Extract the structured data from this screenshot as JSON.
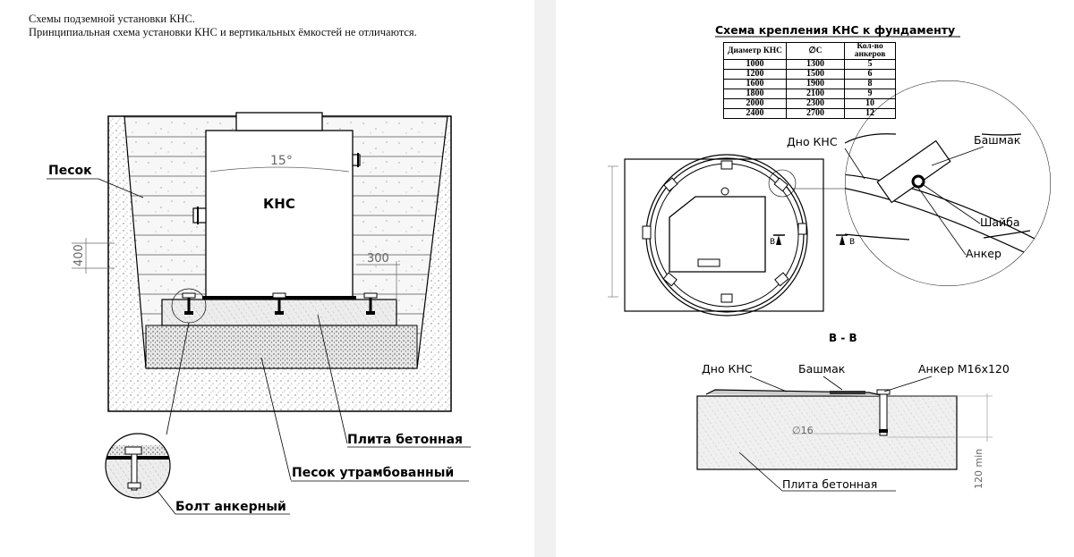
{
  "left_page": {
    "heading": "Схемы подземной установки КНС.",
    "subheading": "Принципиальная схема установки КНС и вертикальных ёмкостей не отличаются.",
    "tank_label": "КНС",
    "angle_label": "15°",
    "dim_400": "400",
    "dim_300": "300",
    "labels": {
      "sand": "Песок",
      "concrete_slab": "Плита бетонная",
      "compacted_sand": "Песок утрамбованный",
      "anchor_bolt": "Болт анкерный"
    }
  },
  "right_page": {
    "title": "Схема крепления КНС к фундаменту",
    "table": {
      "headers": [
        "Диаметр КНС",
        "∅С",
        "Кол-во анкеров"
      ],
      "rows": [
        [
          "1000",
          "1300",
          "5"
        ],
        [
          "1200",
          "1500",
          "6"
        ],
        [
          "1600",
          "1900",
          "8"
        ],
        [
          "1800",
          "2100",
          "9"
        ],
        [
          "2000",
          "2300",
          "10"
        ],
        [
          "2400",
          "2700",
          "12"
        ]
      ]
    },
    "plan_labels": {
      "bottom": "Дно КНС",
      "shoe": "Башмак",
      "washer": "Шайба",
      "anchor": "Анкер",
      "section_mark": "В"
    },
    "section": {
      "title": "В - В",
      "bottom": "Дно КНС",
      "shoe": "Башмак",
      "anchor": "Анкер М16х120",
      "diameter": "∅16",
      "depth": "120 min",
      "slab": "Плита бетонная"
    }
  }
}
